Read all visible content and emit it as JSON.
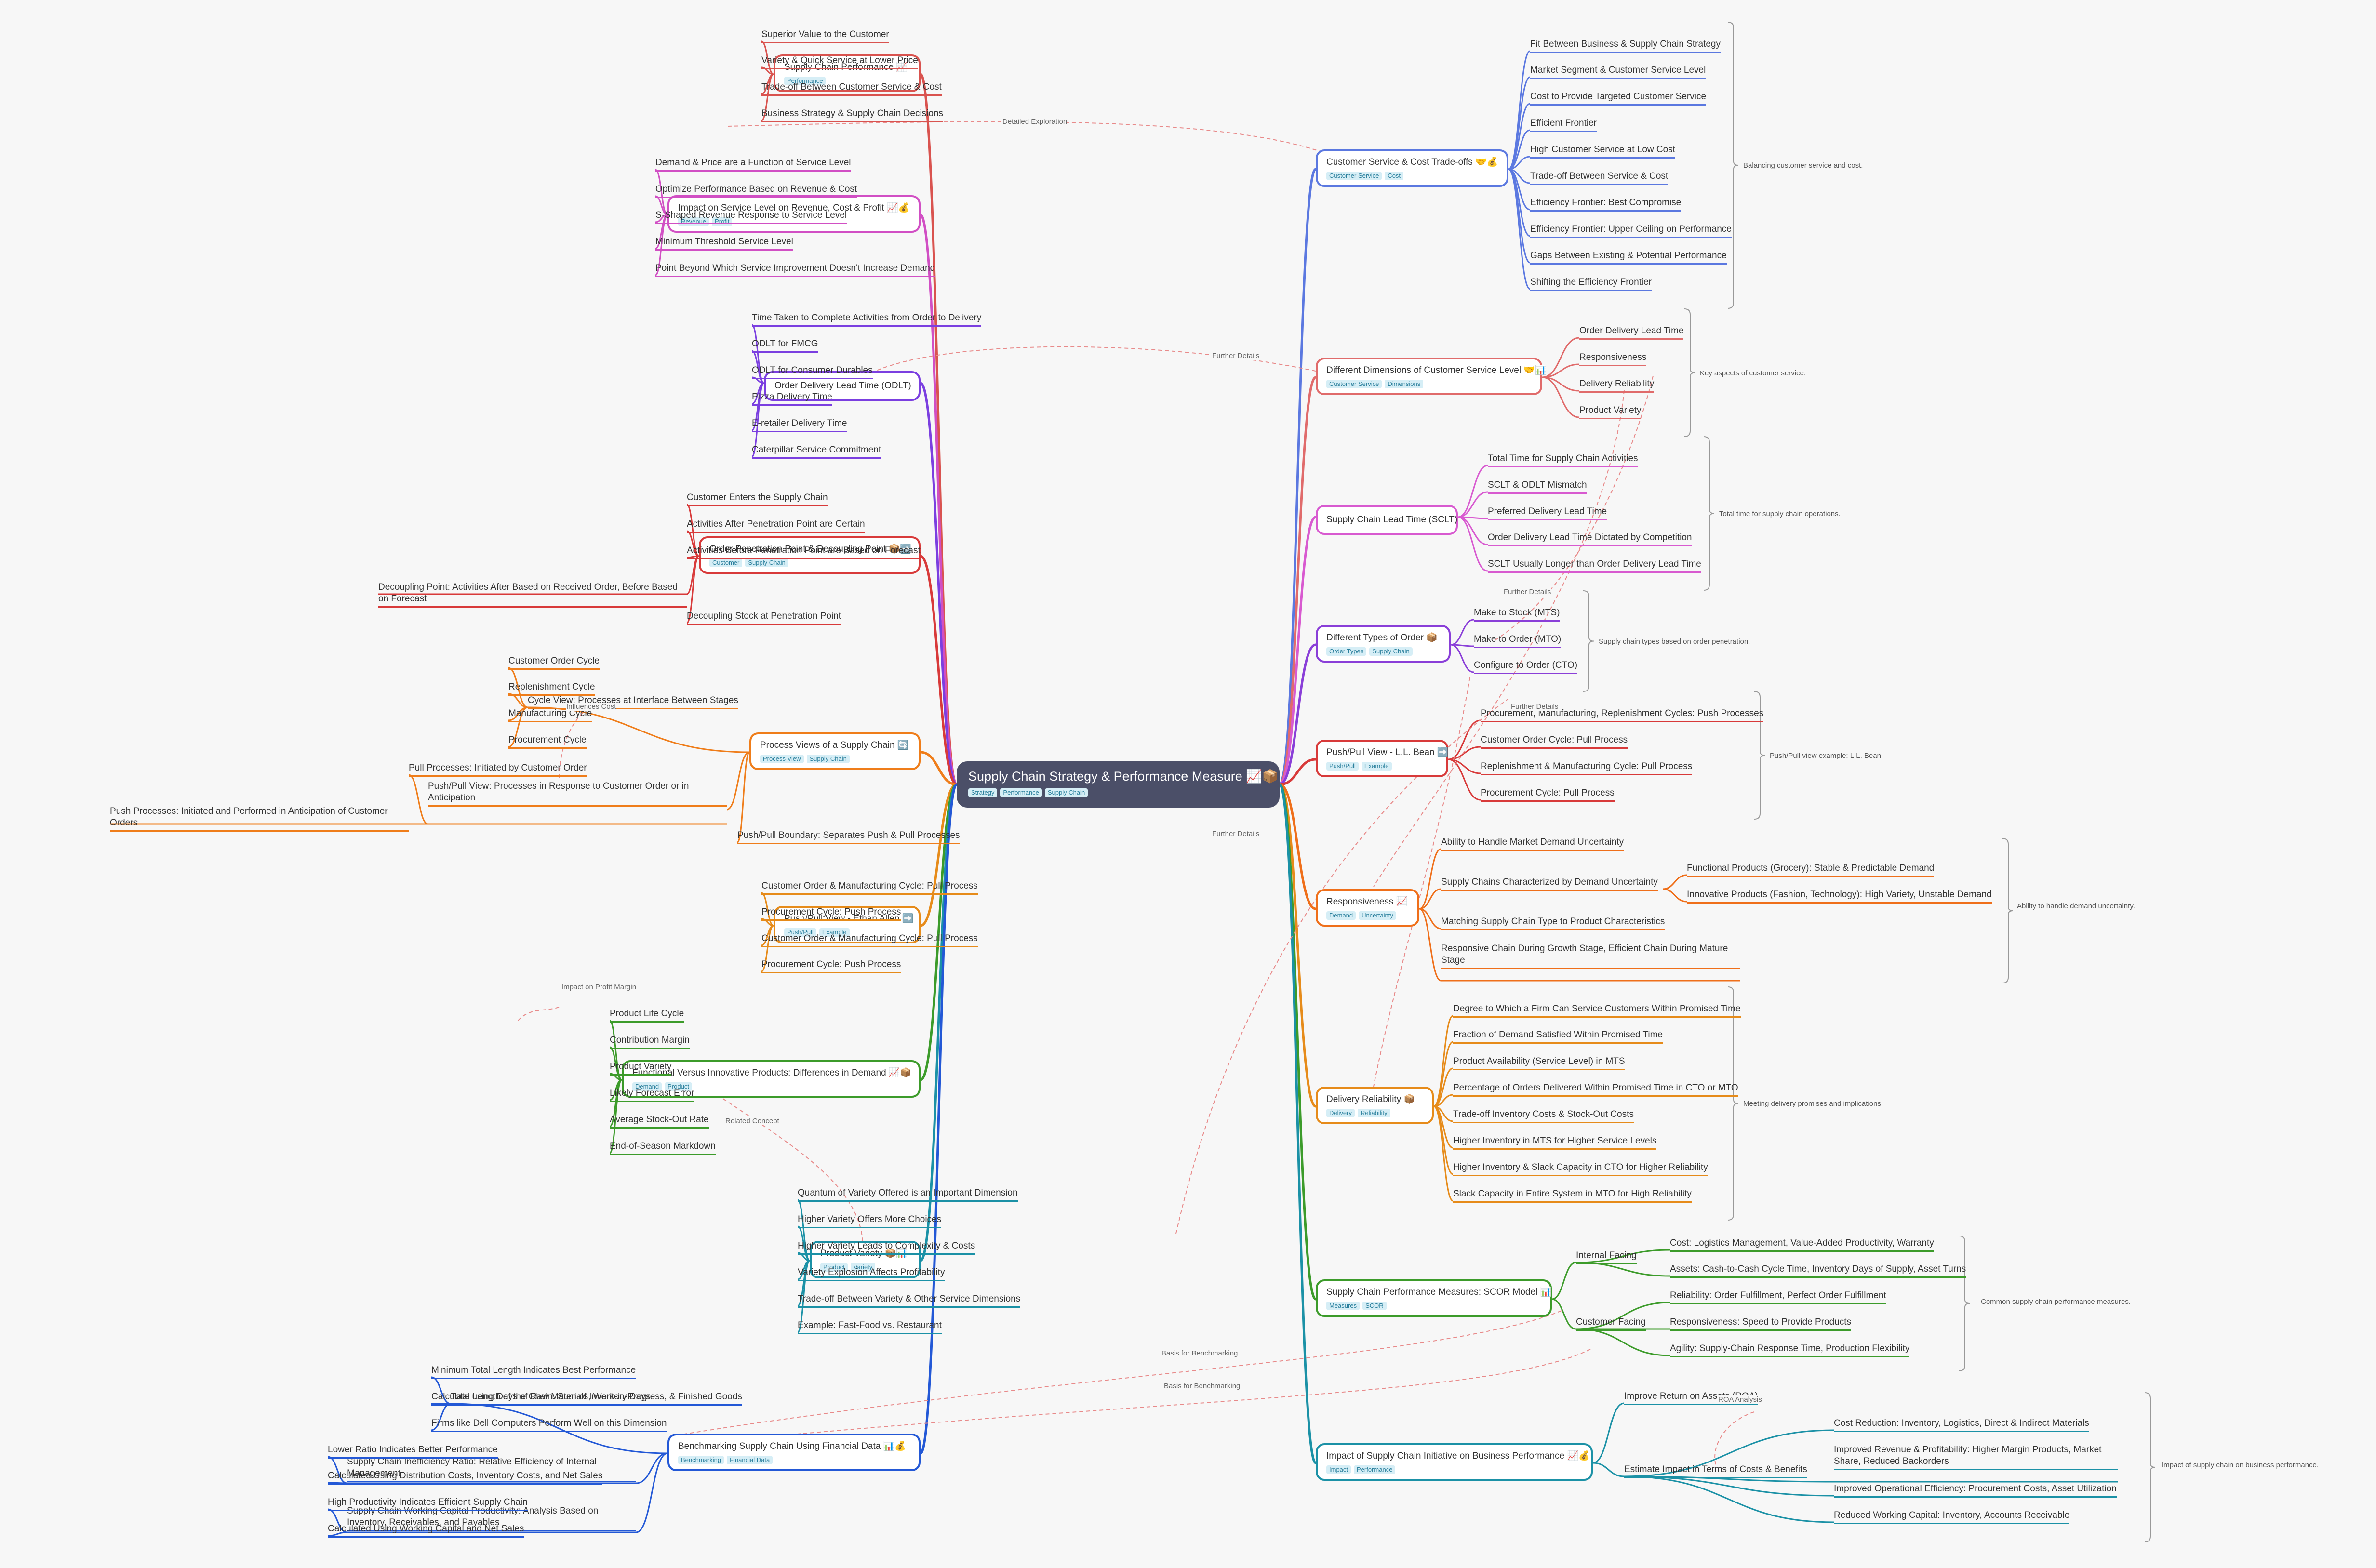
{
  "root": {
    "title": "Supply Chain Strategy & Performance Measure 📈📦",
    "tags": [
      "Strategy",
      "Performance",
      "Supply Chain"
    ]
  },
  "colors": {
    "scp": "#d9534f",
    "impact": "#d14fc4",
    "odlt": "#7b3fe0",
    "opp": "#d83a3a",
    "pv": "#ef7d1a",
    "ea": "#e68b1a",
    "fvi": "#3c9b2a",
    "var": "#1b91a6",
    "bench": "#2358d6",
    "cst": "#5b78e0",
    "dims": "#e06b6b",
    "sclt": "#d85ad0",
    "types": "#8a3fd8",
    "llb": "#d83a3a",
    "resp": "#ef6f1a",
    "rel": "#e68b1a",
    "scor": "#3c9b2a",
    "imp2": "#1b91a6"
  },
  "left": {
    "scp": {
      "title": "Supply Chain Performance 📈",
      "tags": [
        "Performance"
      ],
      "leaves": [
        "Superior Value to the Customer",
        "Variety & Quick Service at Lower Price",
        "Trade-off Between Customer Service & Cost",
        "Business Strategy & Supply Chain Decisions"
      ]
    },
    "impact": {
      "title": "Impact on Service Level on Revenue, Cost & Profit 📈💰",
      "tags": [
        "Revenue",
        "Profit"
      ],
      "leaves": [
        "Demand & Price are a Function of Service Level",
        "Optimize Performance Based on Revenue & Cost",
        "S-Shaped Revenue Response to Service Level",
        "Minimum Threshold Service Level",
        "Point Beyond Which Service Improvement Doesn't Increase Demand"
      ]
    },
    "odlt": {
      "title": "Order Delivery Lead Time (ODLT)",
      "tags": [],
      "leaves": [
        "Time Taken to Complete Activities from Order to Delivery",
        "ODLT for FMCG",
        "ODLT for Consumer Durables",
        "Pizza Delivery Time",
        "E-retailer Delivery Time",
        "Caterpillar Service Commitment"
      ]
    },
    "opp": {
      "title": "Order Penetration Point & Decoupling Point 📦➡️",
      "tags": [
        "Customer",
        "Supply Chain"
      ],
      "leaves": [
        "Customer Enters the Supply Chain",
        "Activities After Penetration Point are Certain",
        "Activities Before Penetration Point are Based on Forecast",
        "Decoupling Point: Activities After Based on Received Order, Before Based on Forecast",
        "Decoupling Stock at Penetration Point"
      ]
    },
    "pv": {
      "title": "Process Views of a Supply Chain 🔄",
      "tags": [
        "Process View",
        "Supply Chain"
      ],
      "cycle": {
        "label": "Cycle View: Processes at Interface Between Stages",
        "leaves": [
          "Customer Order Cycle",
          "Replenishment Cycle",
          "Manufacturing Cycle",
          "Procurement Cycle"
        ]
      },
      "pushpull": {
        "label": "Push/Pull View: Processes in Response to Customer Order or in Anticipation",
        "leaves": [
          "Pull Processes: Initiated by Customer Order",
          "Push Processes: Initiated and Performed in Anticipation of Customer Orders"
        ]
      },
      "boundary": "Push/Pull Boundary: Separates Push & Pull Processes"
    },
    "ea": {
      "title": "Push/Pull View - Ethan Allen ➡️",
      "tags": [
        "Push/Pull",
        "Example"
      ],
      "leaves": [
        "Customer Order & Manufacturing Cycle: Pull Process",
        "Procurement Cycle: Push Process",
        "Customer Order & Manufacturing Cycle: Pull Process",
        "Procurement Cycle: Push Process"
      ]
    },
    "fvi": {
      "title": "Functional Versus Innovative Products: Differences in Demand 📈📦",
      "tags": [
        "Demand",
        "Product"
      ],
      "leaves": [
        "Product Life Cycle",
        "Contribution Margin",
        "Product Variety",
        "Likely Forecast Error",
        "Average Stock-Out Rate",
        "End-of-Season Markdown"
      ]
    },
    "var": {
      "title": "Product Variety 📦📊",
      "tags": [
        "Product",
        "Variety"
      ],
      "leaves": [
        "Quantum of Variety Offered is an Important Dimension",
        "Higher Variety Offers More Choices",
        "Higher Variety Leads to Complexity & Costs",
        "Variety Explosion Affects Profitability",
        "Trade-off Between Variety & Other Service Dimensions",
        "Example: Fast-Food vs. Restaurant"
      ]
    },
    "bench": {
      "title": "Benchmarking Supply Chain Using Financial Data 📊💰",
      "tags": [
        "Benchmarking",
        "Financial Data"
      ],
      "total": {
        "label": "Total Length of the Chain: Sum of Inventory Days",
        "leaves": [
          "Minimum Total Length Indicates Best Performance",
          "Calculate using Days of Raw Materials, Work-in-Progress, & Finished Goods",
          "Firms like Dell Computers Perform Well on this Dimension"
        ]
      },
      "ineff": {
        "label": "Supply Chain Inefficiency Ratio: Relative Efficiency of Internal Management",
        "leaves": [
          "Lower Ratio Indicates Better Performance",
          "Calculated Using Distribution Costs, Inventory Costs, and Net Sales"
        ]
      },
      "wc": {
        "label": "Supply Chain Working Capital Productivity: Analysis Based on Inventory, Receivables, and Payables",
        "leaves": [
          "High Productivity Indicates Efficient Supply Chain",
          "Calculated Using Working Capital and Net Sales"
        ]
      }
    }
  },
  "right": {
    "cst": {
      "title": "Customer Service & Cost Trade-offs 🤝💰",
      "tags": [
        "Customer Service",
        "Cost"
      ],
      "leaves": [
        "Fit Between Business & Supply Chain Strategy",
        "Market Segment & Customer Service Level",
        "Cost to Provide Targeted Customer Service",
        "Efficient Frontier",
        "High Customer Service at Low Cost",
        "Trade-off Between Service & Cost",
        "Efficiency Frontier: Best Compromise",
        "Efficiency Frontier: Upper Ceiling on Performance",
        "Gaps Between Existing & Potential Performance",
        "Shifting the Efficiency Frontier"
      ],
      "note": "Balancing customer service and cost."
    },
    "dims": {
      "title": "Different Dimensions of Customer Service Level 🤝📊",
      "tags": [
        "Customer Service",
        "Dimensions"
      ],
      "leaves": [
        "Order Delivery Lead Time",
        "Responsiveness",
        "Delivery Reliability",
        "Product Variety"
      ],
      "note": "Key aspects of customer service."
    },
    "sclt": {
      "title": "Supply Chain Lead Time (SCLT)",
      "tags": [],
      "leaves": [
        "Total Time for Supply Chain Activities",
        "SCLT & ODLT Mismatch",
        "Preferred Delivery Lead Time",
        "Order Delivery Lead Time Dictated by Competition",
        "SCLT Usually Longer than Order Delivery Lead Time"
      ],
      "note": "Total time for supply chain operations."
    },
    "types": {
      "title": "Different Types of Order 📦",
      "tags": [
        "Order Types",
        "Supply Chain"
      ],
      "leaves": [
        "Make to Stock (MTS)",
        "Make to Order (MTO)",
        "Configure to Order (CTO)"
      ],
      "note": "Supply chain types based on order penetration."
    },
    "llb": {
      "title": "Push/Pull View - L.L. Bean ➡️",
      "tags": [
        "Push/Pull",
        "Example"
      ],
      "leaves": [
        "Procurement, Manufacturing, Replenishment Cycles: Push Processes",
        "Customer Order Cycle: Pull Process",
        "Replenishment & Manufacturing Cycle: Pull Process",
        "Procurement Cycle: Pull Process"
      ],
      "note": "Push/Pull view example: L.L. Bean."
    },
    "resp": {
      "title": "Responsiveness 📈",
      "tags": [
        "Demand",
        "Uncertainty"
      ],
      "leaves": [
        "Ability to Handle Market Demand Uncertainty",
        "Supply Chains Characterized by Demand Uncertainty",
        "Matching Supply Chain Type to Product Characteristics",
        "Responsive Chain During Growth Stage, Efficient Chain During Mature Stage"
      ],
      "sub": [
        "Functional Products (Grocery): Stable & Predictable Demand",
        "Innovative Products (Fashion, Technology): High Variety, Unstable Demand"
      ],
      "note": "Ability to handle demand uncertainty."
    },
    "rel": {
      "title": "Delivery Reliability 📦",
      "tags": [
        "Delivery",
        "Reliability"
      ],
      "leaves": [
        "Degree to Which a Firm Can Service Customers Within Promised Time",
        "Fraction of Demand Satisfied Within Promised Time",
        "Product Availability (Service Level) in MTS",
        "Percentage of Orders Delivered Within Promised Time in CTO or MTO",
        "Trade-off Inventory Costs & Stock-Out Costs",
        "Higher Inventory in MTS for Higher Service Levels",
        "Higher Inventory & Slack Capacity in CTO for Higher Reliability",
        "Slack Capacity in Entire System in MTO for High Reliability"
      ],
      "note": "Meeting delivery promises and implications."
    },
    "scor": {
      "title": "Supply Chain Performance Measures: SCOR Model 📊",
      "tags": [
        "Measures",
        "SCOR"
      ],
      "internal": {
        "label": "Internal Facing",
        "leaves": [
          "Cost: Logistics Management, Value-Added Productivity, Warranty",
          "Assets: Cash-to-Cash Cycle Time, Inventory Days of Supply, Asset Turns"
        ]
      },
      "customer": {
        "label": "Customer Facing",
        "leaves": [
          "Reliability: Order Fulfillment, Perfect Order Fulfillment",
          "Responsiveness: Speed to Provide Products",
          "Agility: Supply-Chain Response Time, Production Flexibility"
        ]
      },
      "note": "Common supply chain performance measures."
    },
    "imp2": {
      "title": "Impact of Supply Chain Initiative on Business Performance 📈💰",
      "tags": [
        "Impact",
        "Performance"
      ],
      "roa": "Improve Return on Assets (ROA)",
      "est": {
        "label": "Estimate Impact in Terms of Costs & Benefits",
        "leaves": [
          "Cost Reduction: Inventory, Logistics, Direct & Indirect Materials",
          "Improved Revenue & Profitability: Higher Margin Products, Market Share, Reduced Backorders",
          "Improved Operational Efficiency: Procurement Costs, Asset Utilization",
          "Reduced Working Capital: Inventory, Accounts Receivable"
        ]
      },
      "note": "Impact of supply chain on business performance."
    }
  },
  "relations": [
    "Detailed Exploration",
    "Further Details",
    "Further Details",
    "Further Details",
    "Further Details",
    "Impact on Profit Margin",
    "Related Concept",
    "Basis for Benchmarking",
    "Basis for Benchmarking",
    "ROA Analysis",
    "Influences Cost"
  ]
}
